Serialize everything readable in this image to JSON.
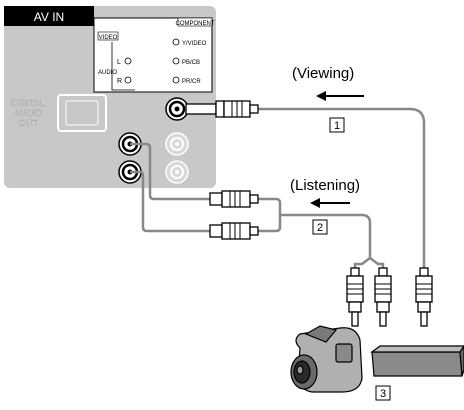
{
  "panel": {
    "title": "AV IN",
    "component_tag": "COMPONENT",
    "video_tag": "VIDEO",
    "audio_l": "L",
    "audio_tag": "AUDIO",
    "audio_r": "R",
    "y_video": "Y/VIDEO",
    "pb_cb": "PB/CB",
    "pr_cr": "PR/CR",
    "digital_1": "DIGITAL",
    "digital_2": "AUDIO",
    "digital_3": "OUT"
  },
  "labels": {
    "viewing": "(Viewing)",
    "listening": "(Listening)",
    "callout_1": "1",
    "callout_2": "2",
    "callout_3": "3"
  },
  "colors": {
    "panel_bg": "#c8c8c8",
    "panel_header": "#000000",
    "cable": "#888888",
    "plug": "#ffffff"
  }
}
